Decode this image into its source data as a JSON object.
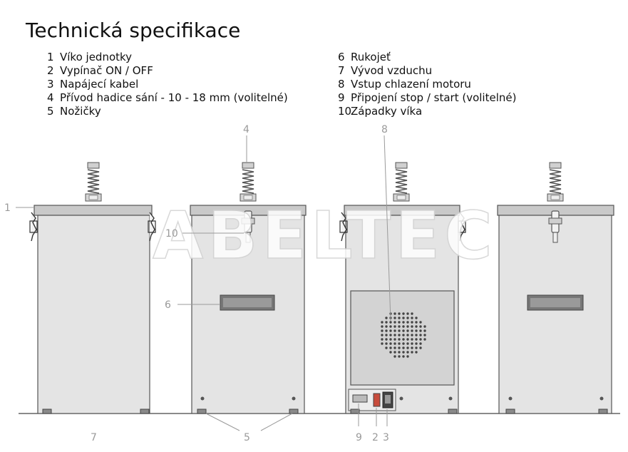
{
  "title": "Technická specifikace",
  "legend_left": [
    {
      "num": "1",
      "label": "Víko jednotky"
    },
    {
      "num": "2",
      "label": "Vypínač ON / OFF"
    },
    {
      "num": "3",
      "label": "Napájecí kabel"
    },
    {
      "num": "4",
      "label": "Přívod hadice sání - 10 - 18 mm (volitelné)"
    },
    {
      "num": "5",
      "label": "Nožičky"
    }
  ],
  "legend_right": [
    {
      "num": "6",
      "label": "Rukojeť"
    },
    {
      "num": "7",
      "label": "Vývod vzduchu"
    },
    {
      "num": "8",
      "label": "Vstup chlazení motoru"
    },
    {
      "num": "9",
      "label": "Připojení stop / start (volitelné)"
    },
    {
      "num": "10",
      "label": "Západky víka"
    }
  ],
  "callouts": {
    "c1": "1",
    "c2": "2",
    "c3": "3",
    "c4": "4",
    "c5": "5",
    "c6": "6",
    "c7": "7",
    "c8": "8",
    "c9": "9",
    "c10": "10"
  },
  "watermark": "ABELTEC",
  "colors": {
    "body": "#e4e4e4",
    "lid": "#c9c9c9",
    "outline": "#555555",
    "callout": "#9a9a9a",
    "ground": "#444444"
  }
}
